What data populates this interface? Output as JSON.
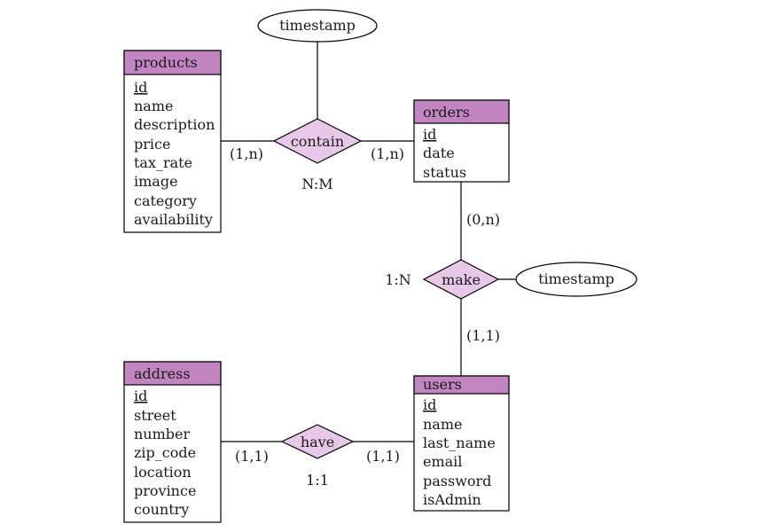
{
  "colors": {
    "header_fill": "#c285c2",
    "diamond_fill": "#e8c8e8",
    "stroke": "#000000"
  },
  "entities": {
    "products": {
      "name": "products",
      "attributes": [
        "id",
        "name",
        "description",
        "price",
        "tax_rate",
        "image",
        "category",
        "availability"
      ]
    },
    "orders": {
      "name": "orders",
      "attributes": [
        "id",
        "date",
        "status"
      ]
    },
    "address": {
      "name": "address",
      "attributes": [
        "id",
        "street",
        "number",
        "zip_code",
        "location",
        "province",
        "country"
      ]
    },
    "users": {
      "name": "users",
      "attributes": [
        "id",
        "name",
        "last_name",
        "email",
        "password",
        "isAdmin"
      ]
    }
  },
  "relationships": {
    "contain": {
      "label": "contain",
      "ratio": "N:M",
      "attribute": "timestamp",
      "card_left": "(1,n)",
      "card_right": "(1,n)"
    },
    "make": {
      "label": "make",
      "ratio": "1:N",
      "attribute": "timestamp",
      "card_top": "(0,n)",
      "card_bottom": "(1,1)"
    },
    "have": {
      "label": "have",
      "ratio": "1:1",
      "card_left": "(1,1)",
      "card_right": "(1,1)"
    }
  }
}
